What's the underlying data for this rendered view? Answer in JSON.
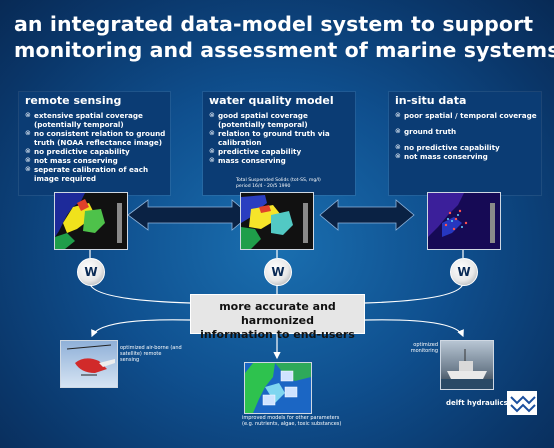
{
  "title": {
    "line1": "an integrated data-model system to support",
    "line2": "monitoring and assessment of marine systems"
  },
  "panels": [
    {
      "title": "remote sensing",
      "items": [
        "extensive spatial coverage (potentially temporal)",
        "no consistent relation to ground truth (NOAA reflectance image)",
        "no predictive capability",
        "not mass conserving",
        "seperate calibration of each image required"
      ]
    },
    {
      "title": "water quality model",
      "items": [
        "good spatial coverage (potentially temporal)",
        "relation to ground truth via calibration",
        "predictive capability",
        "mass conserving"
      ]
    },
    {
      "title": "in-situ data",
      "items": [
        "poor spatial / temporal coverage",
        "ground truth",
        "no predictive capability",
        "not mass conserving"
      ]
    }
  ],
  "map_caption": {
    "line1": "Total Suspended Solids (tot-SS, mg/l)",
    "line2": "period 16/4 - 20/5 1990"
  },
  "w_symbol": "W",
  "center_box": {
    "line1": "more accurate and harmonized",
    "line2": "information to end-users"
  },
  "outputs": {
    "left": "optimized air-borne (and satellite) remote sensing",
    "middle": "improved models for other parameters (e.g. nutrients, algae, toxic substances)",
    "right": "optimized monitoring"
  },
  "brand": {
    "name": "delft hydraulics"
  },
  "colors": {
    "background": "#0f4f8e",
    "panel": "#0b3c74",
    "arrow": "#0a2244",
    "title": "#ffffff"
  }
}
